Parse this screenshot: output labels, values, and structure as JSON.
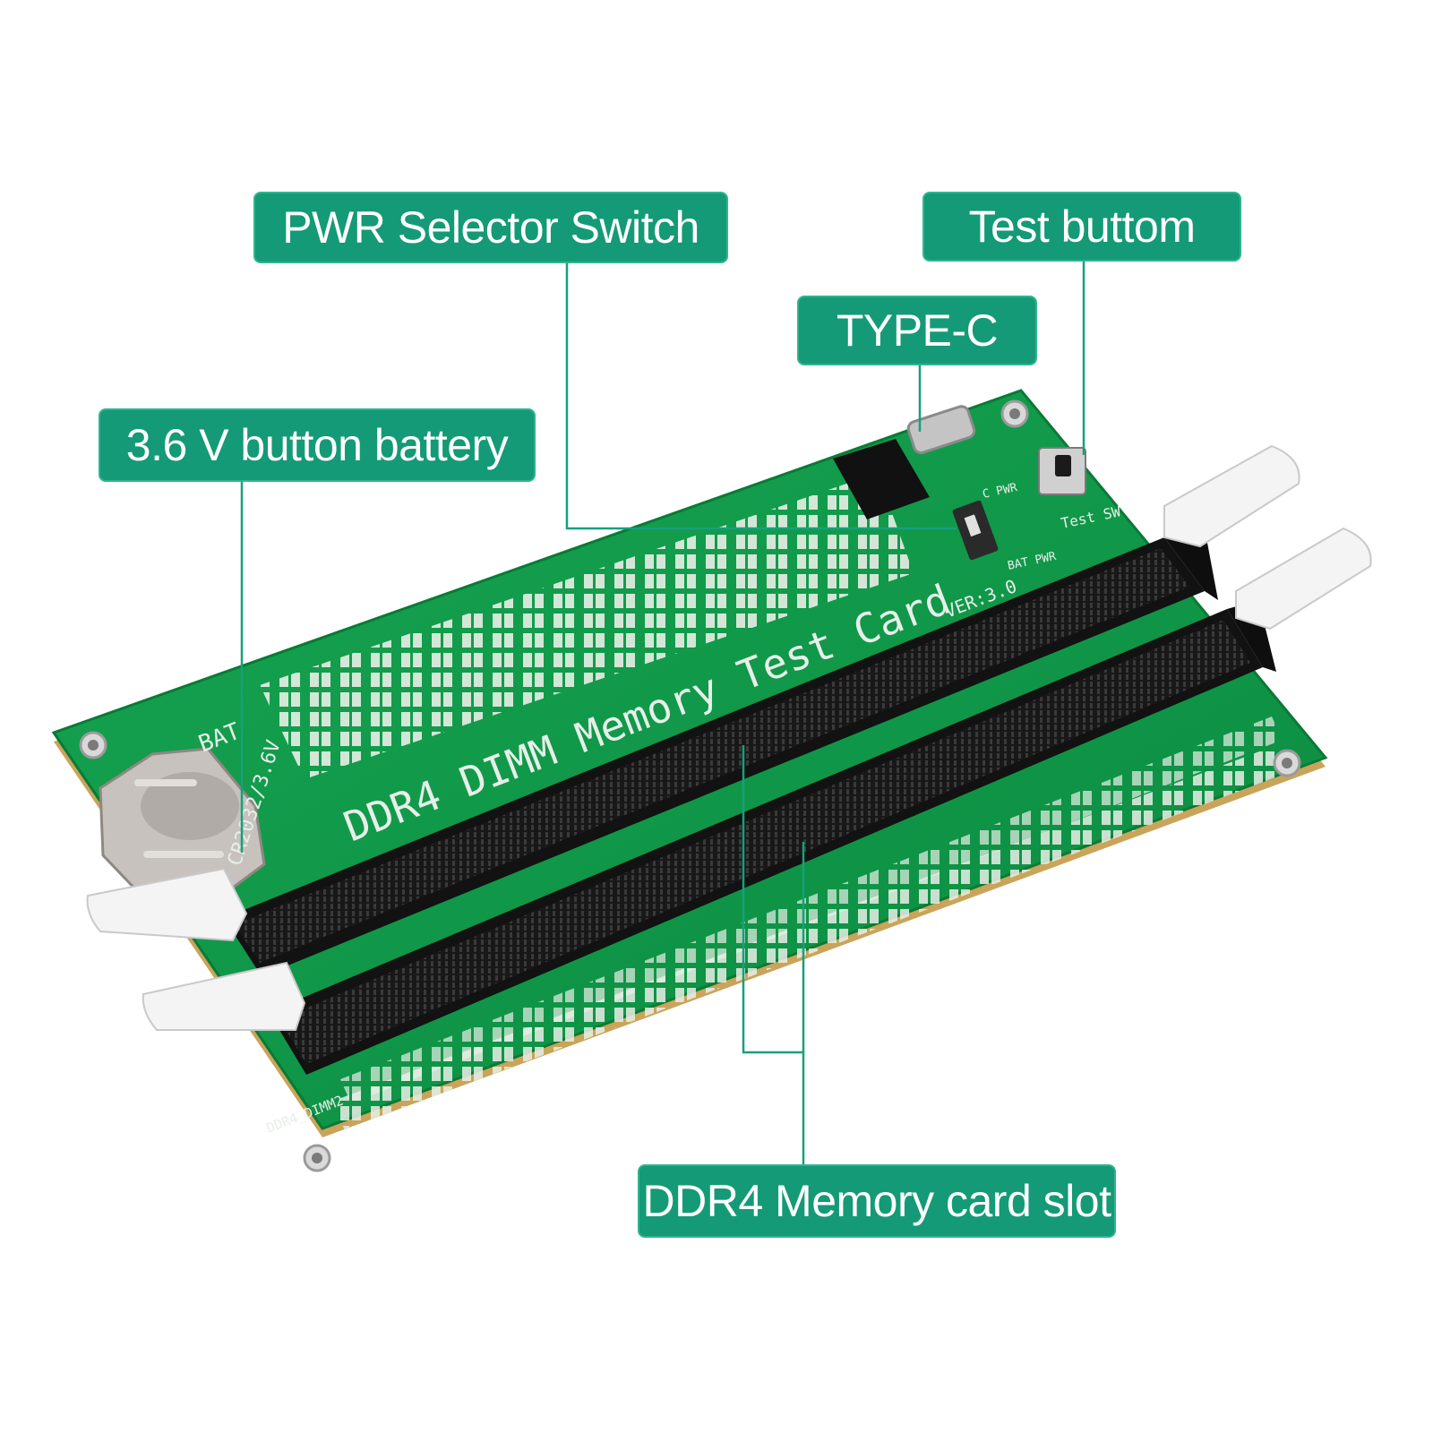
{
  "colors": {
    "callout_fill": "#149a76",
    "leader_line": "#17a07c",
    "pcb_green": "#0f9a4a",
    "slot_black": "#141414",
    "latch_white": "#f4f4f4"
  },
  "callouts": {
    "pwr_selector": "PWR  Selector Switch",
    "test_button": "Test  buttom",
    "type_c": "TYPE-C",
    "battery": "3.6 V button battery",
    "memory_slot": "DDR4  Memory card slot"
  },
  "board_text": {
    "title": "DDR4  DIMM Memory Test Card",
    "version": "VER:3.0",
    "battery_label": "BAT",
    "cell_label": "CR2032/3.6V",
    "test_sw": "Test SW",
    "c_pwr": "C PWR",
    "bat_pwr": "BAT PWR",
    "slot_label": "DDR4_DIMM2"
  }
}
